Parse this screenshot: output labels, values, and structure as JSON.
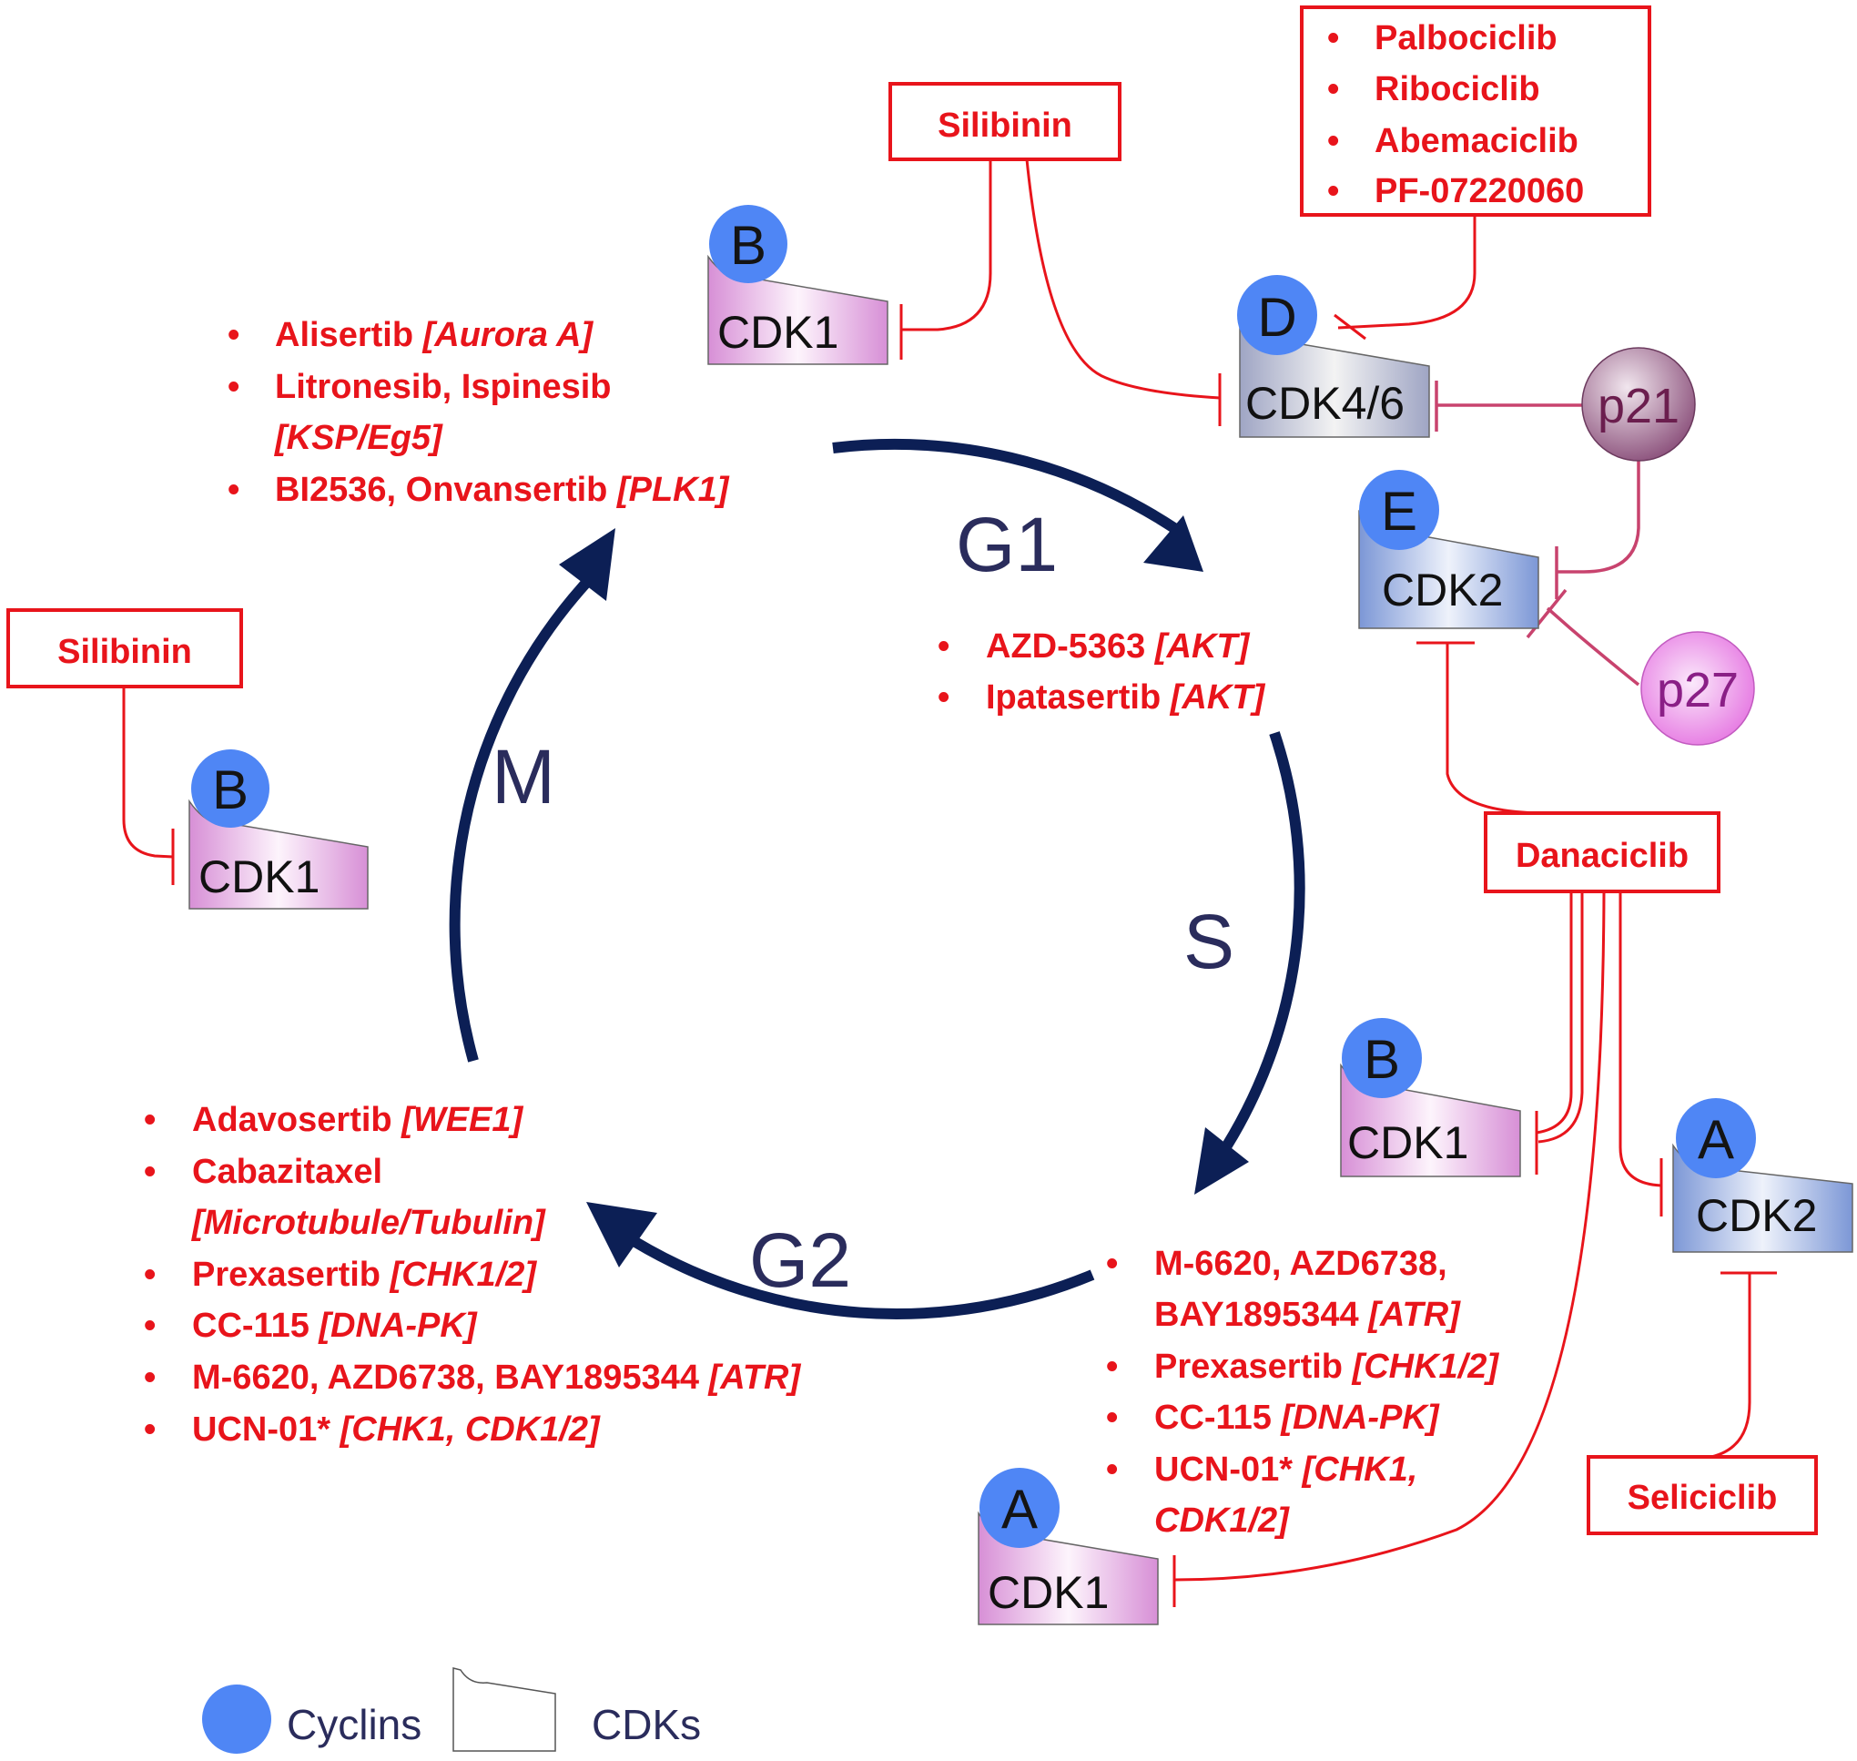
{
  "phases": {
    "g1": "G1",
    "s": "S",
    "g2": "G2",
    "m": "M"
  },
  "cyclins": {
    "b": "B",
    "d": "D",
    "e": "E",
    "a": "A"
  },
  "cdks": {
    "cdk1": "CDK1",
    "cdk46": "CDK4/6",
    "cdk2": "CDK2"
  },
  "inhibitors": {
    "p21": "p21",
    "p27": "p27"
  },
  "boxes": {
    "silibinin_top": "Silibinin",
    "silibinin_left": "Silibinin",
    "danaciclib": "Danaciclib",
    "seliciclib": "Seliciclib",
    "cdk46_drugs": [
      "Palbociclib",
      "Ribociclib",
      "Abemaciclib",
      "PF-07220060"
    ]
  },
  "m_list": [
    {
      "name": "Alisertib",
      "target": "[Aurora A]"
    },
    {
      "name": "Litronesib, Ispinesib",
      "target": ""
    },
    {
      "name": "",
      "target": "[KSP/Eg5]"
    },
    {
      "name": "BI2536, Onvansertib",
      "target": "[PLK1]"
    }
  ],
  "g1_list": [
    {
      "name": "AZD-5363",
      "target": "[AKT]"
    },
    {
      "name": "Ipatasertib",
      "target": "[AKT]"
    }
  ],
  "g2_list": [
    {
      "name": "Adavosertib",
      "target": "[WEE1]"
    },
    {
      "name": "Cabazitaxel",
      "target": ""
    },
    {
      "name": "",
      "target": "[Microtubule/Tubulin]"
    },
    {
      "name": "Prexasertib",
      "target": "[CHK1/2]"
    },
    {
      "name": "CC-115",
      "target": "[DNA-PK]"
    },
    {
      "name": "M-6620, AZD6738, BAY1895344",
      "target": "[ATR]"
    },
    {
      "name": "UCN-01*",
      "target": "[CHK1, CDK1/2]"
    }
  ],
  "s_list": [
    {
      "name": "M-6620, AZD6738,",
      "target": ""
    },
    {
      "name": "BAY1895344",
      "target": "[ATR]"
    },
    {
      "name": "Prexasertib",
      "target": "[CHK1/2]"
    },
    {
      "name": "CC-115",
      "target": "[DNA-PK]"
    },
    {
      "name": "UCN-01*",
      "target": "[CHK1,"
    },
    {
      "name": "",
      "target": "CDK1/2]"
    }
  ],
  "bullet": "•",
  "legend": {
    "cyclins": "Cyclins",
    "cdks": "CDKs"
  },
  "colors": {
    "drug_red": "#e8141b",
    "arrow_navy": "#0c1f55",
    "cyclin_blue": "#4f86f5",
    "phase_text": "#2a2c5c",
    "p21": "#8a4f7a",
    "p27": "#e46fe0",
    "inhibitor_pink": "#c8436e"
  }
}
